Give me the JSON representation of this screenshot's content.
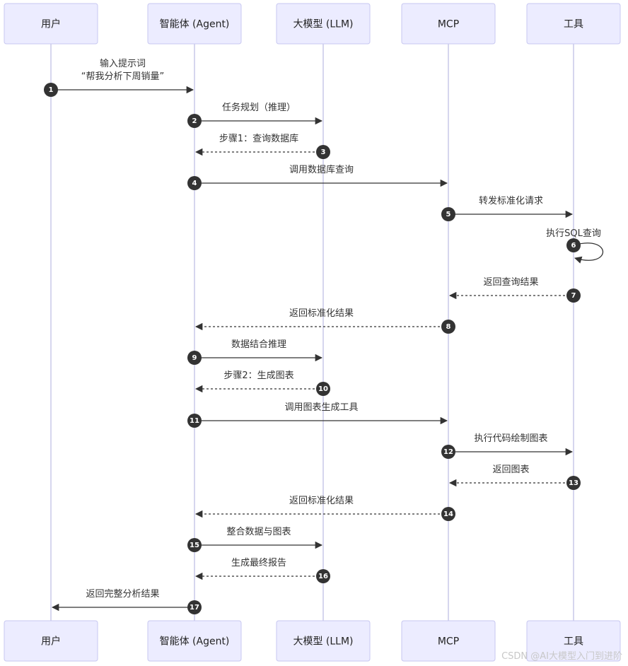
{
  "diagram": {
    "actors": [
      {
        "id": "user",
        "label": "用户"
      },
      {
        "id": "agent",
        "label": "智能体 (Agent)"
      },
      {
        "id": "llm",
        "label": "大模型 (LLM)"
      },
      {
        "id": "mcp",
        "label": "MCP"
      },
      {
        "id": "tools",
        "label": "工具"
      }
    ],
    "messages": [
      {
        "n": "1",
        "from": "user",
        "to": "agent",
        "style": "solid",
        "label": [
          "输入提示词",
          "“帮我分析下周销量”"
        ]
      },
      {
        "n": "2",
        "from": "agent",
        "to": "llm",
        "style": "solid",
        "label": [
          "任务规划（推理）"
        ]
      },
      {
        "n": "3",
        "from": "llm",
        "to": "agent",
        "style": "dashed",
        "label": [
          "步骤1：查询数据库"
        ]
      },
      {
        "n": "4",
        "from": "agent",
        "to": "mcp",
        "style": "solid",
        "label": [
          "调用数据库查询"
        ]
      },
      {
        "n": "5",
        "from": "mcp",
        "to": "tools",
        "style": "solid",
        "label": [
          "转发标准化请求"
        ]
      },
      {
        "n": "6",
        "from": "tools",
        "to": "tools",
        "style": "solid",
        "label": [
          "执行SQL查询"
        ]
      },
      {
        "n": "7",
        "from": "tools",
        "to": "mcp",
        "style": "dashed",
        "label": [
          "返回查询结果"
        ]
      },
      {
        "n": "8",
        "from": "mcp",
        "to": "agent",
        "style": "dashed",
        "label": [
          "返回标准化结果"
        ]
      },
      {
        "n": "9",
        "from": "agent",
        "to": "llm",
        "style": "solid",
        "label": [
          "数据结合推理"
        ]
      },
      {
        "n": "10",
        "from": "llm",
        "to": "agent",
        "style": "dashed",
        "label": [
          "步骤2：生成图表"
        ]
      },
      {
        "n": "11",
        "from": "agent",
        "to": "mcp",
        "style": "solid",
        "label": [
          "调用图表生成工具"
        ]
      },
      {
        "n": "12",
        "from": "mcp",
        "to": "tools",
        "style": "solid",
        "label": [
          "执行代码绘制图表"
        ]
      },
      {
        "n": "13",
        "from": "tools",
        "to": "mcp",
        "style": "dashed",
        "label": [
          "返回图表"
        ]
      },
      {
        "n": "14",
        "from": "mcp",
        "to": "agent",
        "style": "dashed",
        "label": [
          "返回标准化结果"
        ]
      },
      {
        "n": "15",
        "from": "agent",
        "to": "llm",
        "style": "solid",
        "label": [
          "整合数据与图表"
        ]
      },
      {
        "n": "16",
        "from": "llm",
        "to": "agent",
        "style": "dashed",
        "label": [
          "生成最终报告"
        ]
      },
      {
        "n": "17",
        "from": "agent",
        "to": "user",
        "style": "solid",
        "label": [
          "返回完整分析结果"
        ]
      }
    ]
  },
  "watermark": "CSDN @AI大模型入门到进阶"
}
